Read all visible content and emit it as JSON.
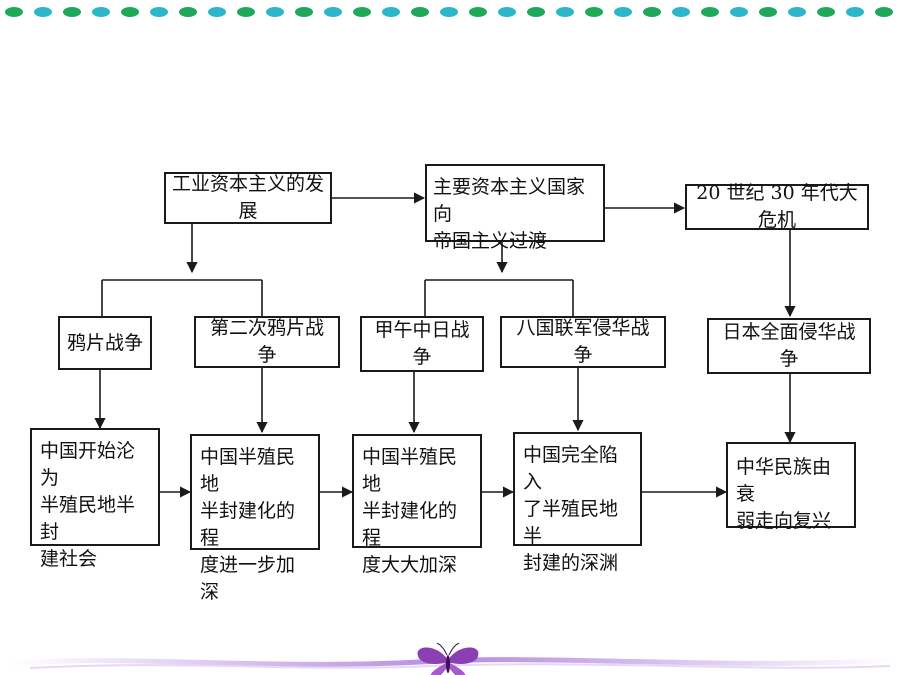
{
  "nodes": {
    "industrial": "工业资本主义的发展",
    "imperialism": "主要资本主义国家向\n帝国主义过渡",
    "crisis": "20 世纪 30 年代大危机",
    "opium1": "鸦片战争",
    "opium2": "第二次鸦片战争",
    "sino_japanese": "甲午中日战争",
    "eight_nation": "八国联军侵华战争",
    "japan_invasion": "日本全面侵华战争",
    "result1": "中国开始沦为\n半殖民地半封\n建社会",
    "result2": "中国半殖民地\n半封建化的程\n度进一步加深",
    "result3": "中国半殖民地\n半封建化的程\n度大大加深",
    "result4": "中国完全陷入\n了半殖民地半\n封建的深渊",
    "result5": "中华民族由衰\n弱走向复兴"
  },
  "colors": {
    "dot_green": "#1fa85a",
    "dot_teal": "#2bb7c9",
    "line": "#1a1a1a",
    "butterfly": "#8a3fb5",
    "ribbon": "#c9a6e8"
  }
}
